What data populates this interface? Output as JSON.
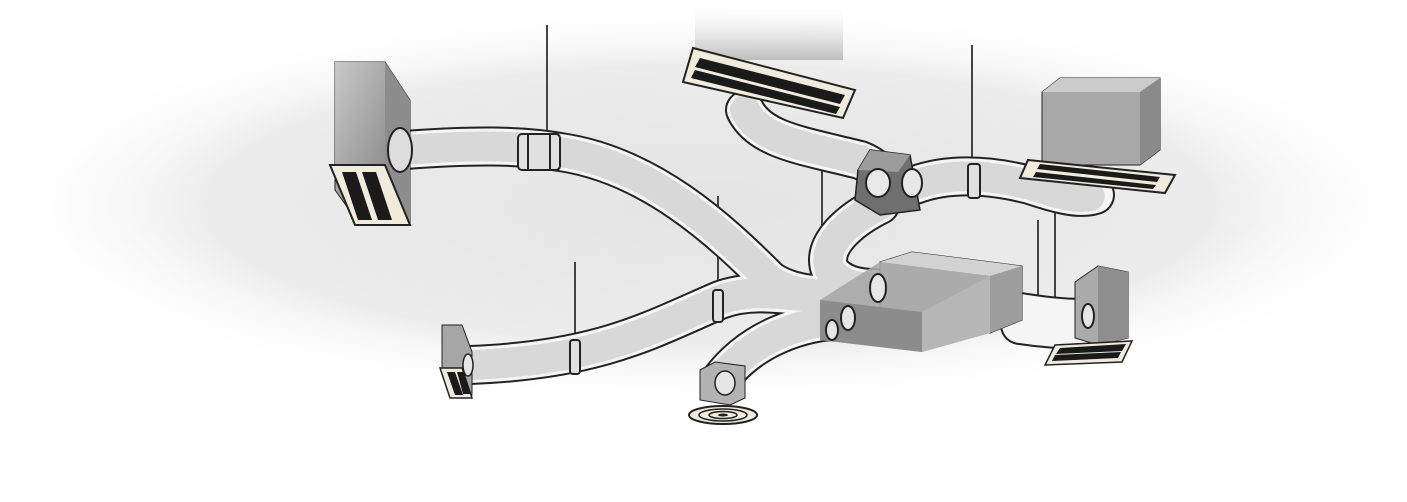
{
  "diagram": {
    "colors": {
      "background": "#ffffff",
      "ceiling_glow": "#e6e6e6",
      "duct_fill": "#f4f4f4",
      "duct_outline": "#222222",
      "box_front": "#9a9a9a",
      "box_side": "#b8b8b8",
      "box_top": "#cfcfcf",
      "grille_frame": "#f1ebdc",
      "grille_slot": "#1a1a1a",
      "hanger_rod": "#444444"
    },
    "components": [
      {
        "id": "supply-grille-left",
        "icon": "grille-icon"
      },
      {
        "id": "supply-grille-top-center",
        "icon": "grille-icon"
      },
      {
        "id": "supply-grille-right",
        "icon": "grille-icon"
      },
      {
        "id": "supply-grille-bottom-left",
        "icon": "grille-icon"
      },
      {
        "id": "supply-grille-bottom-right",
        "icon": "grille-icon"
      },
      {
        "id": "round-diffuser-bottom",
        "icon": "diffuser-icon"
      },
      {
        "id": "branch-box",
        "icon": "distribution-box-icon"
      },
      {
        "id": "air-handling-unit",
        "icon": "air-handler-icon"
      }
    ]
  }
}
